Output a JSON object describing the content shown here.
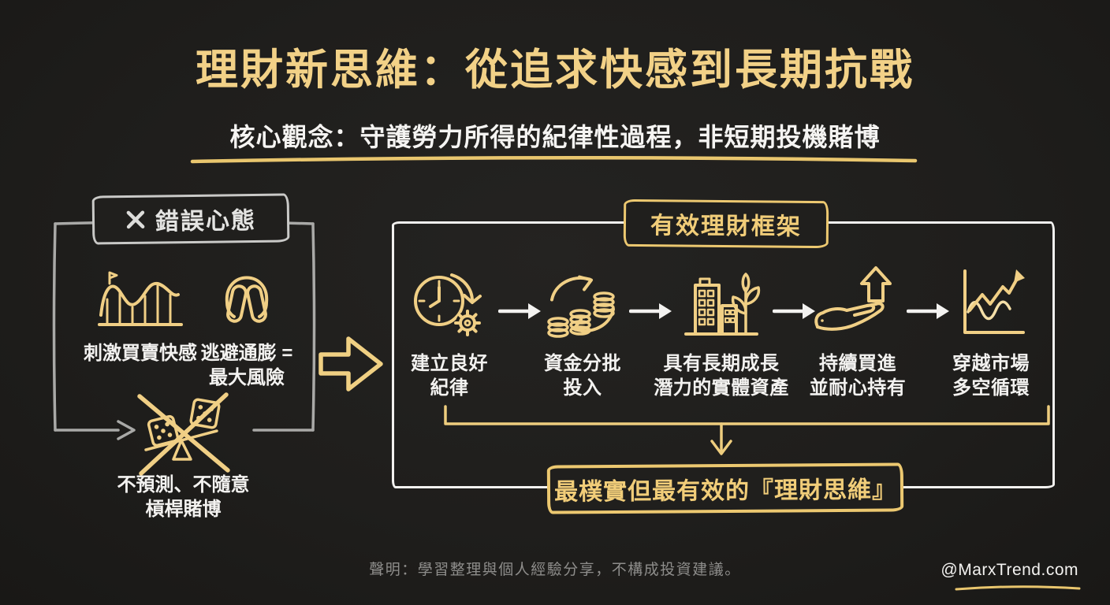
{
  "page": {
    "background": "#201f1d",
    "gold": "#f0cf85",
    "gold_deep": "#e9c66e",
    "white": "#f3f2f0",
    "gray": "#a9a9a7"
  },
  "header": {
    "title": "理財新思維：從追求快感到長期抗戰",
    "subtitle": "核心觀念：守護勞力所得的紀律性過程，非短期投機賭博"
  },
  "wrong_mindset": {
    "label": "錯誤心態",
    "x_icon": "x-mark-icon",
    "items": [
      {
        "icon": "roller-coaster-icon",
        "label": "刺激買賣快感"
      },
      {
        "icon": "face-covering-icon",
        "line1": "逃避通膨 =",
        "line2": "最大風險"
      }
    ],
    "bottom_item": {
      "icon": "no-dice-gambling-icon",
      "line1": "不預測、不隨意",
      "line2": "槓桿賭博"
    }
  },
  "framework": {
    "label": "有效理財框架",
    "steps": [
      {
        "icon": "clock-gear-icon",
        "line1": "建立良好",
        "line2": "紀律"
      },
      {
        "icon": "coins-cycle-icon",
        "line1": "資金分批",
        "line2": "投入"
      },
      {
        "icon": "building-growth-icon",
        "line1": "具有長期成長",
        "line2": "潛力的實體資產"
      },
      {
        "icon": "hand-up-arrow-icon",
        "line1": "持續買進",
        "line2": "並耐心持有"
      },
      {
        "icon": "market-cycle-chart-icon",
        "line1": "穿越市場",
        "line2": "多空循環"
      }
    ],
    "conclusion": "最樸實但最有效的『理財思維』"
  },
  "footer": {
    "disclaimer": "聲明：學習整理與個人經驗分享，不構成投資建議。",
    "watermark": "@MarxTrend.com"
  }
}
